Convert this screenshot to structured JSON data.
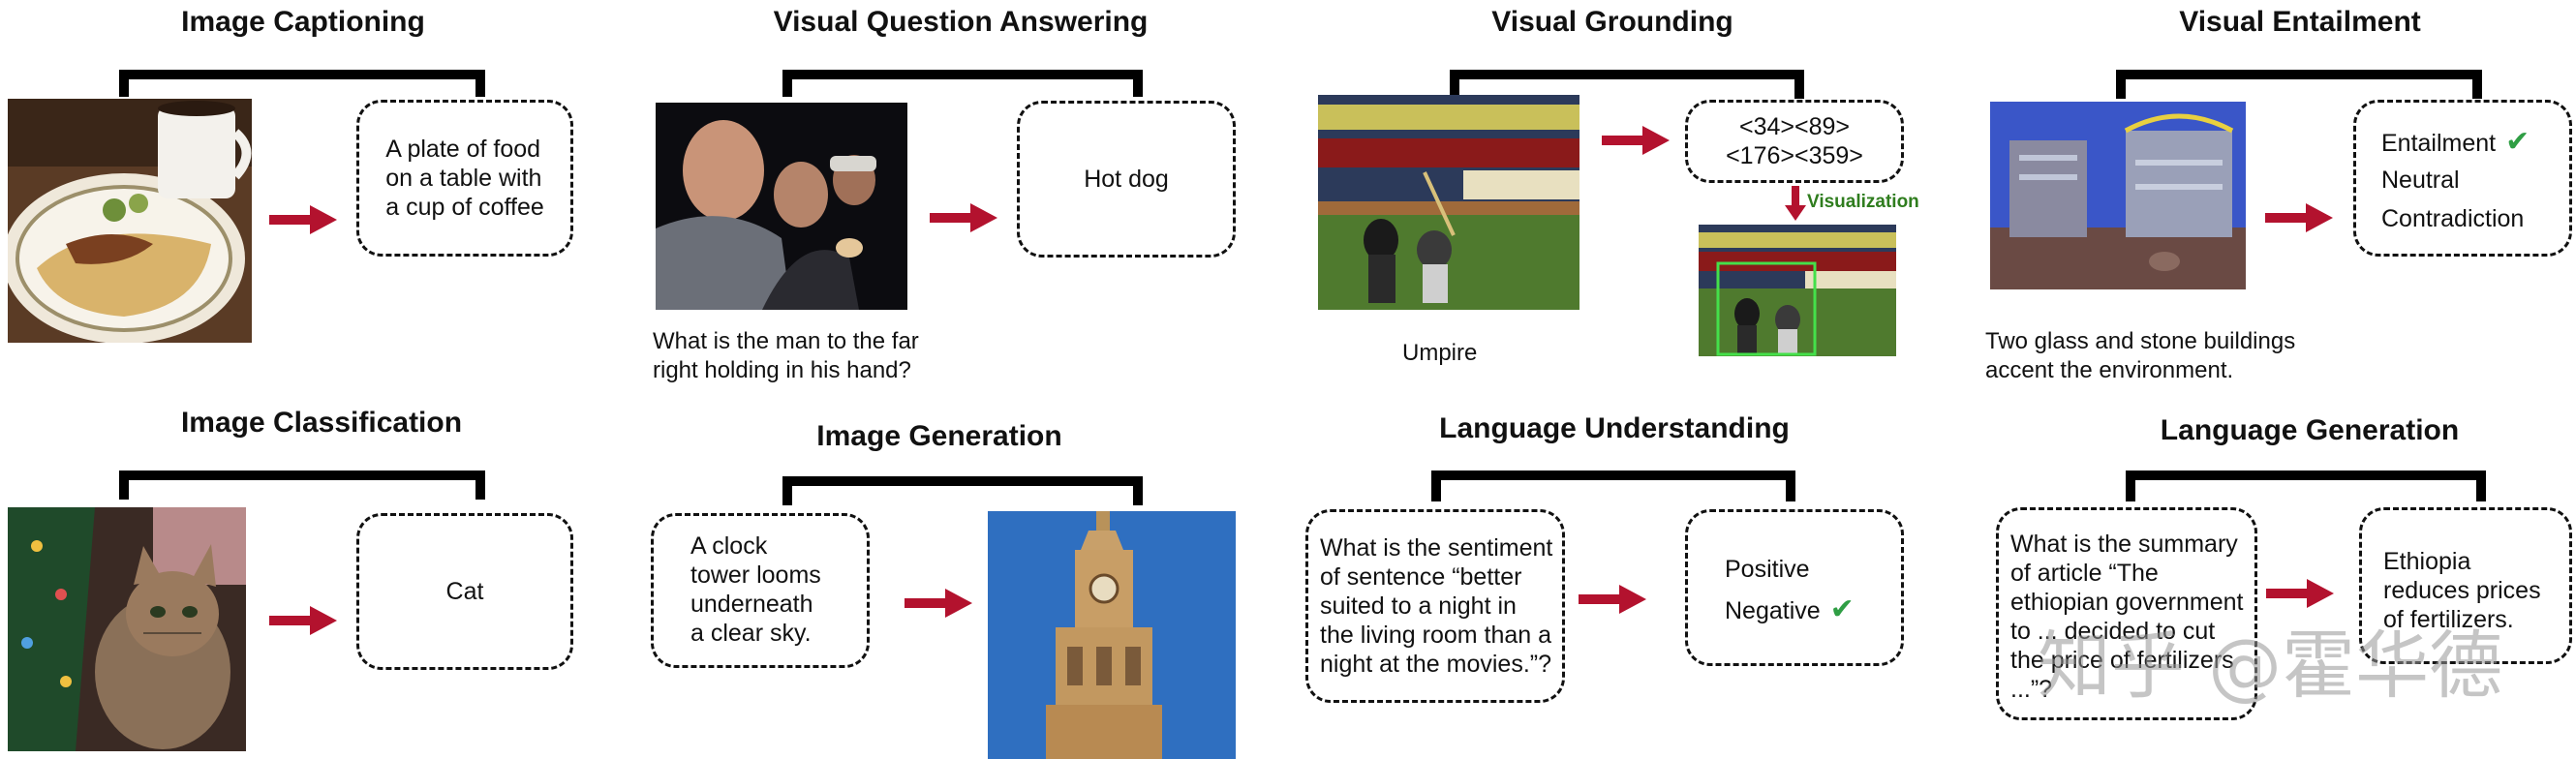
{
  "tasks": {
    "captioning": {
      "title": "Image Captioning",
      "output": "A plate of food\non  a table with\na cup of coffee"
    },
    "vqa": {
      "title": "Visual Question Answering",
      "question": "What is the man to the far\nright holding in his hand?",
      "output": "Hot dog"
    },
    "grounding": {
      "title": "Visual Grounding",
      "output": "<34><89>\n<176><359>",
      "viz_label": "Visualization",
      "query": "Umpire"
    },
    "entailment": {
      "title": "Visual Entailment",
      "hypothesis": "Two glass and stone buildings\naccent the environment.",
      "options": [
        "Entailment",
        "Neutral",
        "Contradiction"
      ],
      "selected": "Entailment"
    },
    "classification": {
      "title": "Image Classification",
      "output": "Cat"
    },
    "generation": {
      "title": "Image Generation",
      "input": "A clock\ntower looms\nunderneath\na clear sky."
    },
    "language_understanding": {
      "title": "Language Understanding",
      "input": "What is the sentiment\nof sentence “better\nsuited to a night in\nthe living room than a\nnight at the movies.”?",
      "options": [
        "Positive",
        "Negative"
      ],
      "selected": "Negative"
    },
    "language_generation": {
      "title": "Language Generation",
      "input": "What is the summary\nof article “The\nethiopian government\nto ... decided to cut\nthe price of fertilizers\n...”?",
      "output": "Ethiopia\nreduces prices\nof fertilizers."
    }
  },
  "watermark": "知乎 @霍华德",
  "colors": {
    "arrow": "#b3122e",
    "check": "#2f9e44",
    "viz_label": "#2f7d1e"
  },
  "icons": {
    "arrow": "right-arrow-icon",
    "down_arrow": "down-arrow-icon",
    "check": "checkmark-icon"
  }
}
